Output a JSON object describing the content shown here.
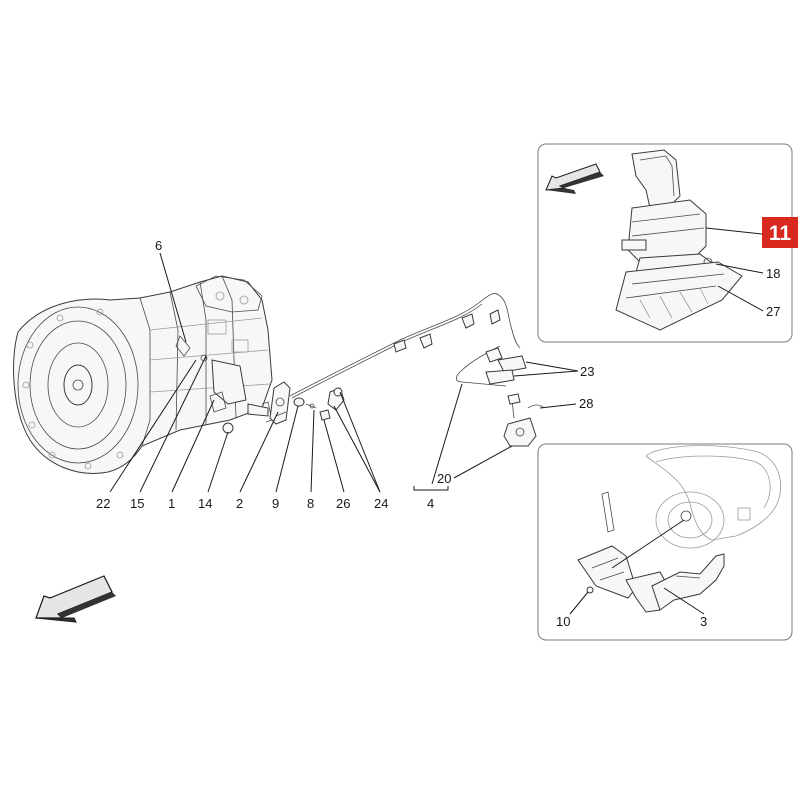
{
  "callouts": {
    "c6": "6",
    "c22": "22",
    "c15": "15",
    "c1": "1",
    "c14": "14",
    "c2": "2",
    "c9": "9",
    "c8": "8",
    "c26": "26",
    "c24": "24",
    "c4": "4",
    "c20": "20",
    "c23": "23",
    "c28": "28",
    "c18": "18",
    "c27": "27",
    "c10": "10",
    "c3": "3"
  },
  "highlight": {
    "label": "11",
    "color": "#d9281e"
  },
  "icons": {
    "front_arrow_main": "direction-arrow-icon",
    "front_arrow_inset": "direction-arrow-icon"
  }
}
